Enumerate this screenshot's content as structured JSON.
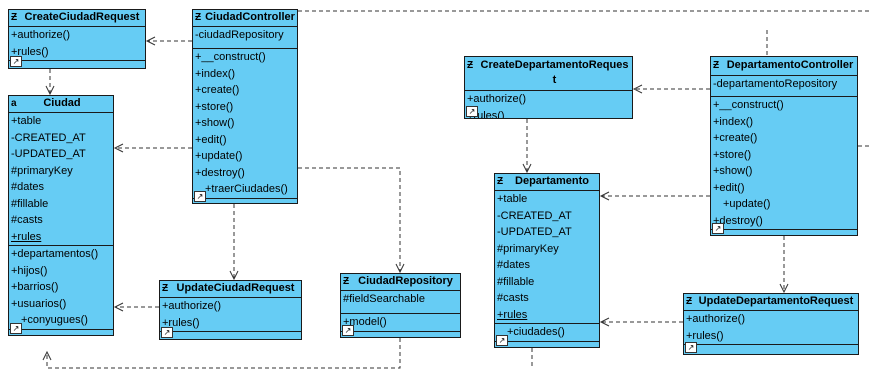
{
  "classes": {
    "create_ciudad_request": {
      "icon": "class-icon",
      "name": "CreateCiudadRequest",
      "attributes": [],
      "methods": [
        "+authorize()",
        "+rules()"
      ]
    },
    "ciudad_controller": {
      "icon": "class-icon",
      "name": "CiudadController",
      "attributes": [
        "-ciudadRepository"
      ],
      "methods": [
        "+__construct()",
        "+index()",
        "+create()",
        "+store()",
        "+show()",
        "+edit()",
        "+update()",
        "+destroy()",
        "+traerCiudades()"
      ]
    },
    "ciudad": {
      "icon": "abstract-class-icon",
      "name": "Ciudad",
      "attributes": [
        "+table",
        "-CREATED_AT",
        "-UPDATED_AT",
        "#primaryKey",
        "#dates",
        "#fillable",
        "#casts",
        "+rules"
      ],
      "methods": [
        "+departamentos()",
        "+hijos()",
        "+barrios()",
        "+usuarios()",
        "+conyugues()"
      ]
    },
    "update_ciudad_request": {
      "icon": "class-icon",
      "name": "UpdateCiudadRequest",
      "attributes": [],
      "methods": [
        "+authorize()",
        "+rules()"
      ]
    },
    "ciudad_repository": {
      "icon": "class-icon",
      "name": "CiudadRepository",
      "attributes": [
        "#fieldSearchable"
      ],
      "methods": [
        "+model()"
      ]
    },
    "create_departamento_request": {
      "icon": "class-icon",
      "name": "CreateDepartamentoRequest",
      "attributes": [],
      "methods": [
        "+authorize()",
        "+rules()"
      ]
    },
    "departamento": {
      "icon": "class-icon",
      "name": "Departamento",
      "attributes": [
        "+table",
        "-CREATED_AT",
        "-UPDATED_AT",
        "#primaryKey",
        "#dates",
        "#fillable",
        "#casts",
        "+rules"
      ],
      "methods": [
        "+ciudades()"
      ]
    },
    "departamento_controller": {
      "icon": "class-icon",
      "name": "DepartamentoController",
      "attributes": [
        "-departamentoRepository"
      ],
      "methods": [
        "+__construct()",
        "+index()",
        "+create()",
        "+store()",
        "+show()",
        "+edit()",
        "+update()",
        "+destroy()"
      ]
    },
    "update_departamento_request": {
      "icon": "class-icon",
      "name": "UpdateDepartamentoRequest",
      "attributes": [],
      "methods": [
        "+authorize()",
        "+rules()"
      ]
    }
  },
  "colors": {
    "class_fill": "#66ccf4",
    "border": "#1a1a1a",
    "line": "#333333"
  }
}
